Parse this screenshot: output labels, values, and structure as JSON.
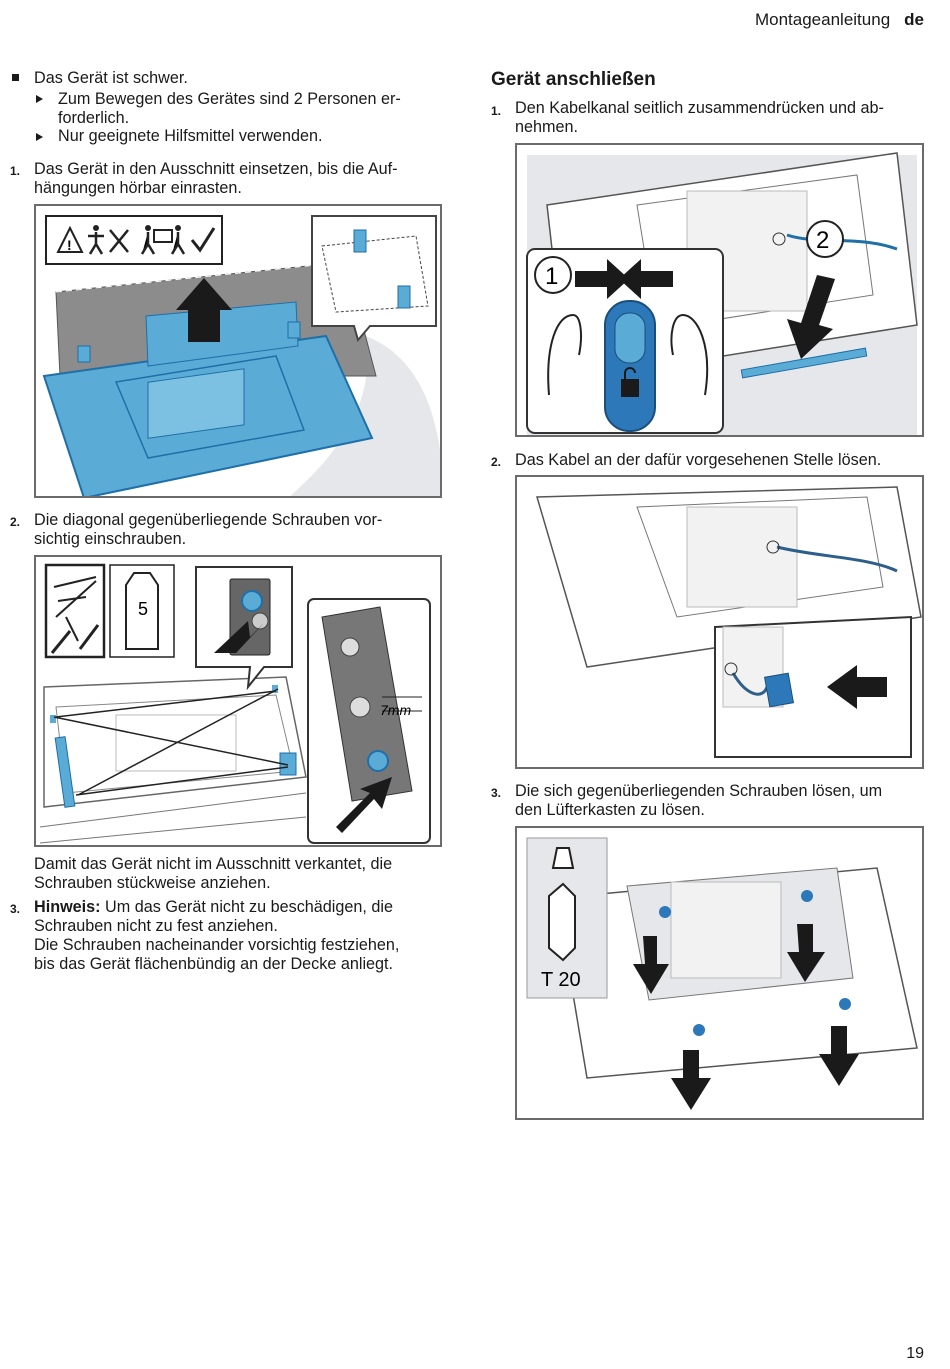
{
  "header": {
    "title": "Montageanleitung",
    "lang": "de"
  },
  "left": {
    "warn_head": "Das Gerät ist schwer.",
    "warn_items": [
      [
        "Zum Bewegen des Gerätes sind 2 Personen er-",
        "forderlich."
      ],
      [
        "Nur geeignete Hilfsmittel verwenden."
      ]
    ],
    "step1": {
      "num": "1.",
      "lines": [
        "Das Gerät in den Ausschnitt einsetzen, bis die Auf-",
        "hängungen hörbar einrasten."
      ]
    },
    "step2": {
      "num": "2.",
      "lines": [
        "Die diagonal gegenüberliegende Schrauben vor-",
        "sichtig einschrauben."
      ]
    },
    "screw_size": "5",
    "screw_depth": "7mm",
    "note_lines": [
      "Damit das Gerät nicht im Ausschnitt verkantet, die",
      "Schrauben stückweise anziehen."
    ],
    "step3": {
      "num": "3.",
      "hint_label": "Hinweis:",
      "hint_rest": " Um das Gerät nicht zu beschädigen, die",
      "lines": [
        "Schrauben nicht zu fest anziehen.",
        "Die Schrauben nacheinander vorsichtig festziehen,",
        "bis das Gerät flächenbündig an der Decke anliegt."
      ]
    }
  },
  "right": {
    "heading": "Gerät anschließen",
    "step1": {
      "num": "1.",
      "lines": [
        "Den Kabelkanal seitlich zusammendrücken und ab-",
        "nehmen."
      ]
    },
    "callout1": "1",
    "callout2": "2",
    "step2": {
      "num": "2.",
      "lines": [
        "Das Kabel an der dafür vorgesehenen Stelle lösen."
      ]
    },
    "step3": {
      "num": "3.",
      "lines": [
        "Die sich gegenüberliegenden Schrauben lösen, um",
        "den Lüfterkasten zu lösen."
      ]
    },
    "torx": "T 20"
  },
  "colors": {
    "accent_blue": "#5aabd6",
    "dark_blue": "#1f6fa8",
    "gray_plate": "#8c8c8c",
    "frame": "#6b6b6b"
  },
  "page_number": "19"
}
